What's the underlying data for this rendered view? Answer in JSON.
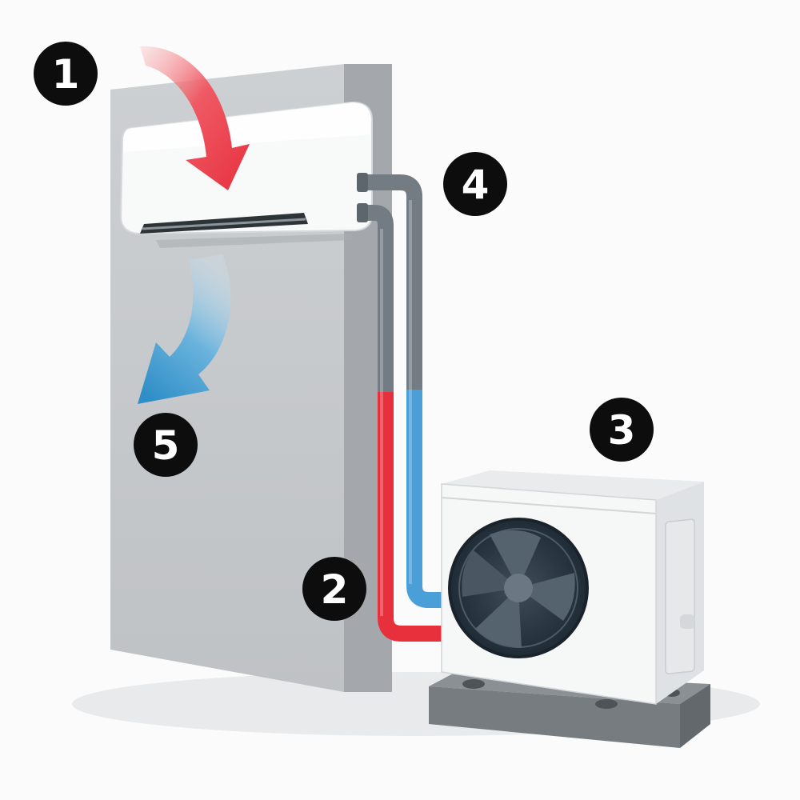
{
  "labels": [
    {
      "id": "1",
      "text": "1"
    },
    {
      "id": "2",
      "text": "2"
    },
    {
      "id": "3",
      "text": "3"
    },
    {
      "id": "4",
      "text": "4"
    },
    {
      "id": "5",
      "text": "5"
    }
  ],
  "colors": {
    "warm_air": "#ea3b4a",
    "cool_air": "#3b98cd",
    "hot_pipe": "#e8303d",
    "cold_pipe": "#4a9fd8",
    "pipe_gray": "#737c83",
    "wall": "#c3c6c9",
    "wall_side": "#a4a8ac",
    "unit_white": "#f6f7f7",
    "badge": "#0d0d0d"
  },
  "icons": [
    "warm-air-arrow-icon",
    "cool-air-arrow-icon",
    "fan-icon"
  ]
}
